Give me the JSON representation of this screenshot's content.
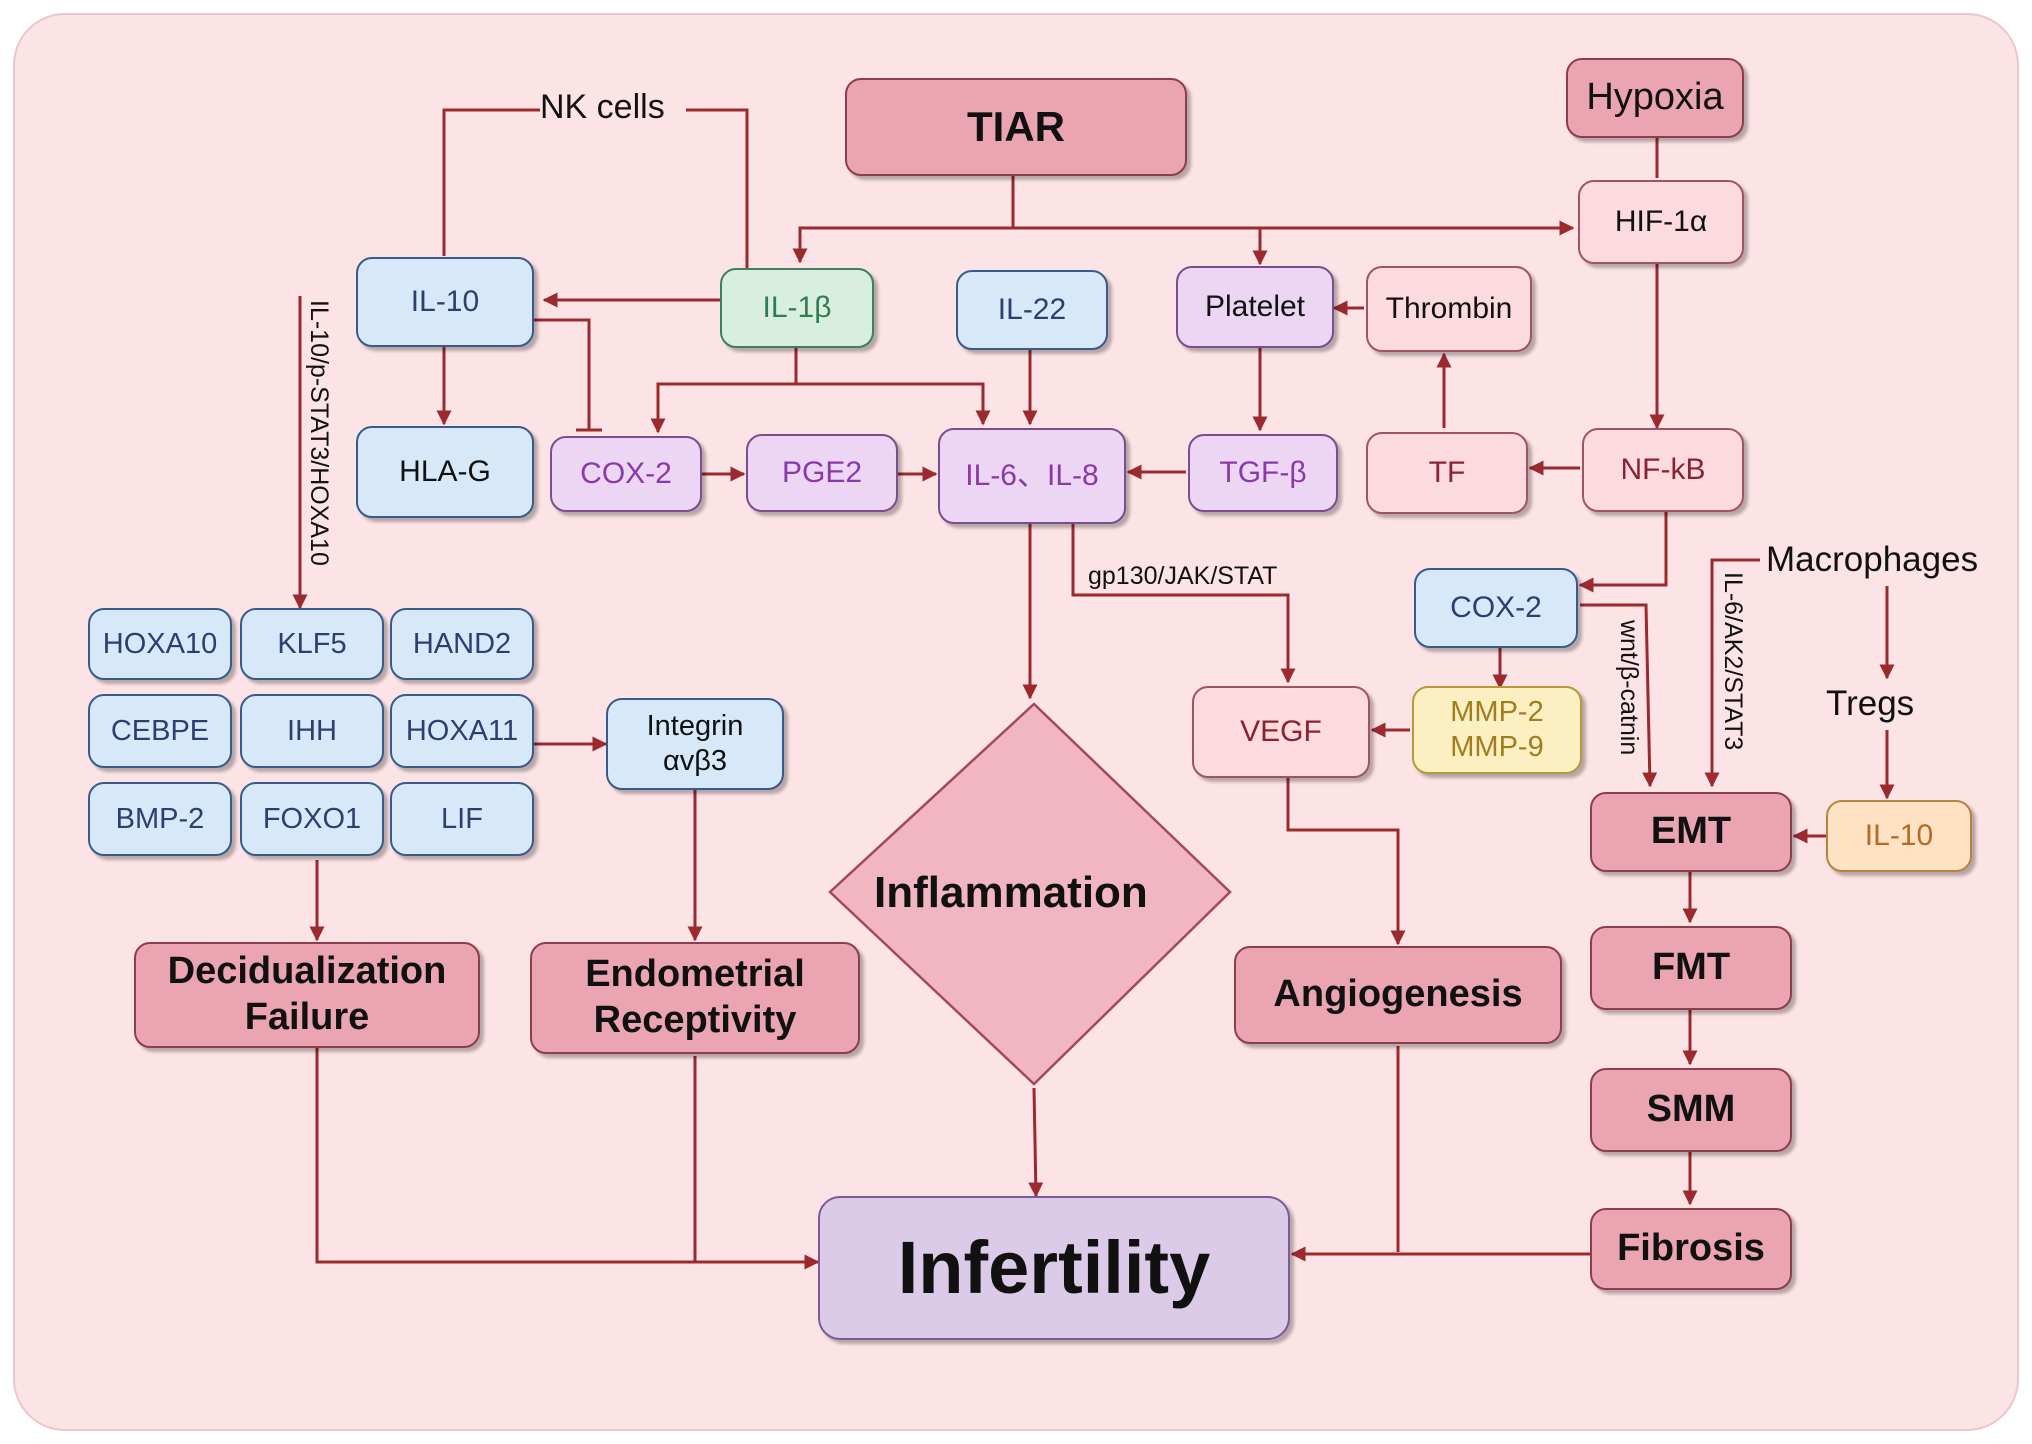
{
  "colors": {
    "arrow": "#9b2a2e",
    "background": "#fce4e6"
  },
  "nodes": {
    "tiar": "TIAR",
    "hypoxia": "Hypoxia",
    "hif1a": "HIF-1α",
    "nk_cells": "NK cells",
    "il10_top": "IL-10",
    "il1b": "IL-1β",
    "il22": "IL-22",
    "platelet": "Platelet",
    "thrombin": "Thrombin",
    "hla_g": "HLA-G",
    "cox2_top": "COX-2",
    "pge2": "PGE2",
    "il6_il8": "IL-6、IL-8",
    "tgfb": "TGF-β",
    "tf": "TF",
    "nfkb": "NF-kB",
    "cox2_right": "COX-2",
    "macrophages": "Macrophages",
    "hoxa10": "HOXA10",
    "klf5": "KLF5",
    "hand2": "HAND2",
    "cebpe": "CEBPE",
    "ihh": "IHH",
    "hoxa11": "HOXA11",
    "bmp2": "BMP-2",
    "foxo1": "FOXO1",
    "lif": "LIF",
    "integrin_1": "Integrin",
    "integrin_2": "αvβ3",
    "vegf": "VEGF",
    "mmp2": "MMP-2",
    "mmp9": "MMP-9",
    "tregs": "Tregs",
    "emt": "EMT",
    "il10_right": "IL-10",
    "inflammation": "Inflammation",
    "decid_1": "Decidualization",
    "decid_2": "Failure",
    "endo_1": "Endometrial",
    "endo_2": "Receptivity",
    "angiogenesis": "Angiogenesis",
    "fmt": "FMT",
    "smm": "SMM",
    "fibrosis": "Fibrosis",
    "infertility": "Infertility"
  },
  "pathway_labels": {
    "il10_stat3": "IL-10/p-STAT3/HOXA10",
    "gp130": "gp130/JAK/STAT",
    "wnt": "wnt/β-catnin",
    "il6_ak2": "IL-6/AK2/STAT3"
  }
}
